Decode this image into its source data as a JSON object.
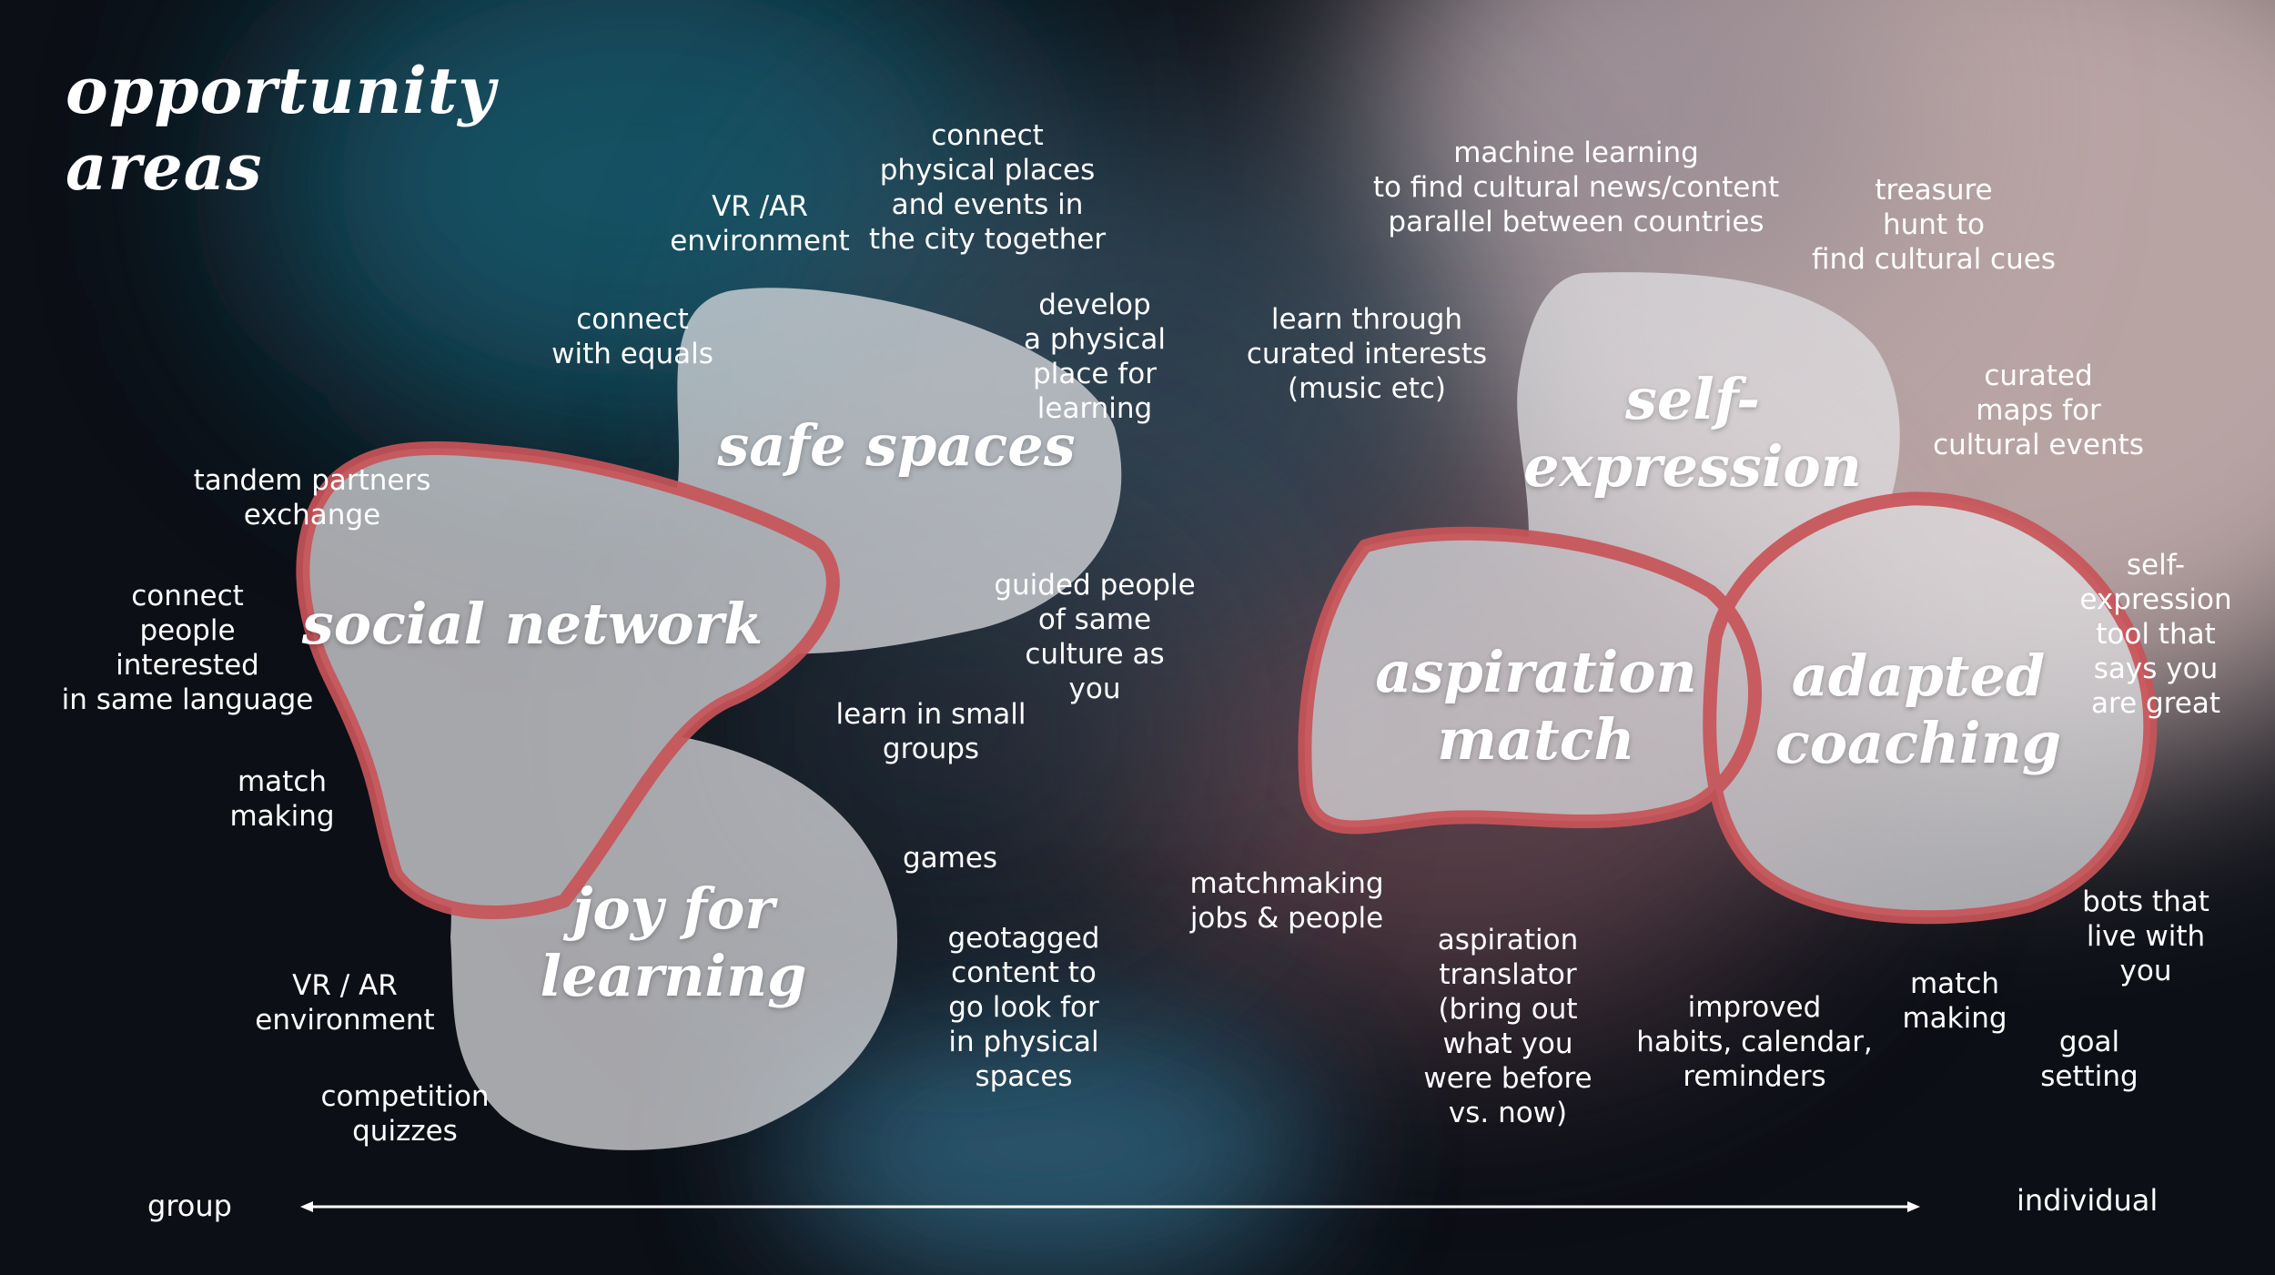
{
  "title": "opportunity\nareas",
  "clusters": {
    "social_network": "social network",
    "safe_spaces": "safe spaces",
    "joy_for_learning": "joy for\nlearning",
    "self_expression": "self-\nexpression",
    "aspiration_match": "aspiration\nmatch",
    "adapted_coaching": "adapted\ncoaching"
  },
  "notes": {
    "vr_ar_environment_top": "VR /AR\nenvironment",
    "connect_physical_places": "connect\nphysical places\nand events in\nthe city together",
    "connect_with_equals": "connect\nwith equals",
    "develop_physical_place": "develop\na physical\nplace for\nlearning",
    "tandem_partners": "tandem partners\nexchange",
    "connect_people_language": "connect\npeople\ninterested\nin same language",
    "match_making_left": "match\nmaking",
    "guided_people": "guided people\nof same\nculture as\nyou",
    "learn_small_groups": "learn in small\ngroups",
    "games": "games",
    "vr_ar_environment_bottom": "VR / AR\nenvironment",
    "competition_quizzes": "competition\nquizzes",
    "geotagged_content": "geotagged\ncontent to\ngo look for\nin physical\nspaces",
    "machine_learning": "machine learning\nto find cultural news/content\nparallel between countries",
    "treasure_hunt": "treasure\nhunt to\nfind cultural cues",
    "learn_curated_interests": "learn through\ncurated interests\n(music etc)",
    "curated_maps": "curated\nmaps for\ncultural events",
    "self_expression_tool": "self-\nexpression\ntool that\nsays you\nare great",
    "matchmaking_jobs": "matchmaking\njobs & people",
    "aspiration_translator": "aspiration\ntranslator\n(bring out\nwhat you\nwere  before\nvs. now)",
    "improved_habits": "improved\nhabits, calendar,\nreminders",
    "match_making_right": "match\nmaking",
    "bots_live_with_you": "bots that\nlive with\nyou",
    "goal_setting": "goal\nsetting"
  },
  "axis": {
    "left_label": "group",
    "right_label": "individual"
  },
  "colors": {
    "blob_fill": "#e4e4e6",
    "outline_red": "#c85458",
    "text": "#ffffff"
  }
}
